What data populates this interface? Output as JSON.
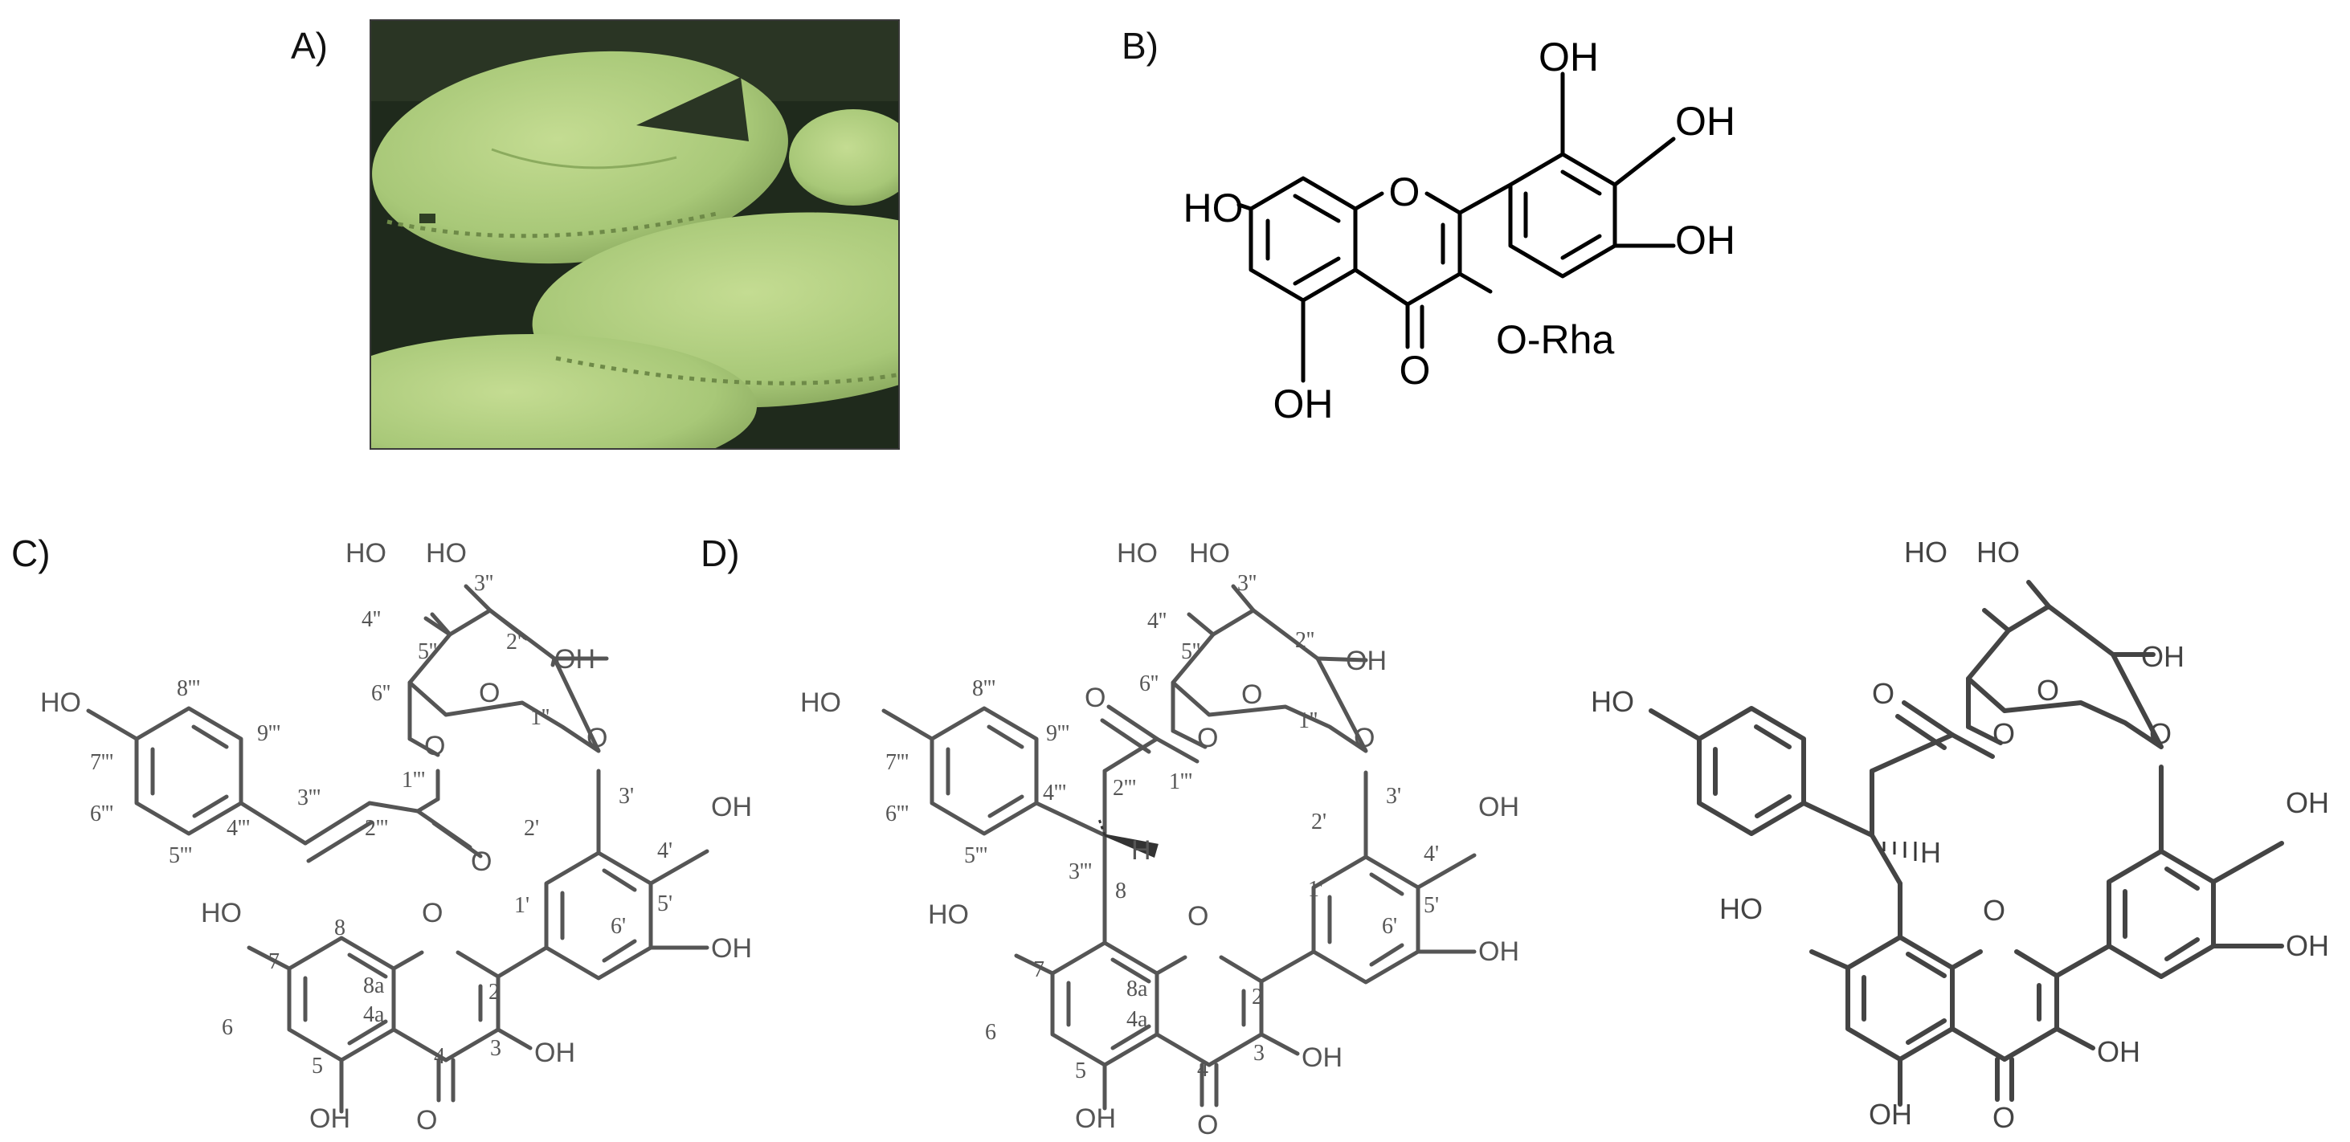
{
  "panels": {
    "a": {
      "label": "A)"
    },
    "b": {
      "label": "B)",
      "atoms": {
        "oh_3p": "OH",
        "oh_4p": "OH",
        "oh_5p": "OH",
        "oh_7": "HO",
        "oh_5": "OH",
        "ring_o": "O",
        "carbonyl_o": "O",
        "o_rha": "O-Rha"
      }
    },
    "c": {
      "label": "C)",
      "groups": {
        "ho_sugar4": "HO",
        "ho_sugar3": "HO",
        "oh_sugar2": "OH",
        "ring_o_sugar": "O",
        "o_ester": "O",
        "o_glyco": "O",
        "ho_cinn": "HO",
        "carbonyl_ester": "O",
        "oh_4p": "OH",
        "oh_5p": "OH",
        "ho_7": "HO",
        "ring_o": "O",
        "oh_3": "OH",
        "oh_5": "OH",
        "carbonyl_o": "O"
      },
      "numbering": {
        "n3pp": "3''",
        "n4pp": "4''",
        "n2pp": "2''",
        "n5pp": "5''",
        "n6pp": "6''",
        "n1pp": "1''",
        "n8ppp": "8'''",
        "n9ppp": "9'''",
        "n7ppp": "7'''",
        "n6ppp": "6'''",
        "n5ppp": "5'''",
        "n4ppp": "4'''",
        "n3ppp": "3'''",
        "n2ppp": "2'''",
        "n1ppp": "1'''",
        "n3p": "3'",
        "n2p": "2'",
        "n4p": "4'",
        "n1p": "1'",
        "n5p": "5'",
        "n6p": "6'",
        "n8": "8",
        "n7": "7",
        "n8a": "8a",
        "n2": "2",
        "n6": "6",
        "n4a": "4a",
        "n3": "3",
        "n5": "5",
        "n4": "4"
      }
    },
    "d": {
      "label": "D)",
      "groups": {
        "ho_sugar4": "HO",
        "ho_sugar3": "HO",
        "oh_sugar2": "OH",
        "ring_o_sugar": "O",
        "o_ester": "O",
        "o_glyco": "O",
        "carbonyl_ester": "O",
        "ho_aryl": "HO",
        "h_stereo": "H",
        "oh_4p": "OH",
        "oh_5p": "OH",
        "ho_7": "HO",
        "ring_o": "O",
        "oh_3": "OH",
        "oh_5": "OH",
        "carbonyl_o": "O"
      },
      "numbering": {
        "n3pp": "3''",
        "n4pp": "4''",
        "n2pp": "2''",
        "n5pp": "5''",
        "n6pp": "6''",
        "n1pp": "1''",
        "n8ppp": "8'''",
        "n9ppp": "9'''",
        "n7ppp": "7'''",
        "n6ppp": "6'''",
        "n5ppp": "5'''",
        "n4ppp": "4'''",
        "n2ppp": "2'''",
        "n1ppp": "1'''",
        "n3ppp": "3'''",
        "n3p": "3'",
        "n2p": "2'",
        "n1p": "1'",
        "n4p": "4'",
        "n5p": "5'",
        "n6p": "6'",
        "n8": "8",
        "n7": "7",
        "n8a": "8a",
        "n2": "2",
        "n6": "6",
        "n4a": "4a",
        "n3": "3",
        "n5": "5",
        "n4": "4"
      }
    },
    "d2": {
      "groups": {
        "ho_sugar4": "HO",
        "ho_sugar3": "HO",
        "oh_sugar2": "OH",
        "ring_o_sugar": "O",
        "o_ester": "O",
        "o_glyco": "O",
        "carbonyl_ester": "O",
        "ho_aryl": "HO",
        "h_stereo": "H",
        "oh_4p": "OH",
        "oh_5p": "OH",
        "ho_7": "HO",
        "ring_o": "O",
        "oh_3": "OH",
        "oh_5": "OH",
        "carbonyl_o": "O"
      }
    }
  }
}
